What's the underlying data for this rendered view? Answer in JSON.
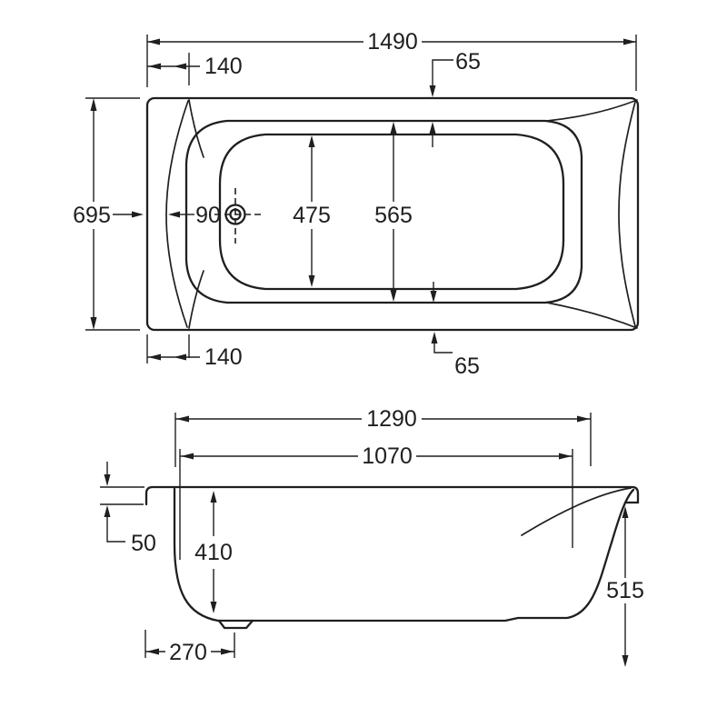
{
  "drawing": {
    "subject": "bathtub-dimension-drawing",
    "colors": {
      "line": "#1f1f1f",
      "background": "#ffffff"
    }
  },
  "top_view": {
    "overall_length": "1490",
    "end_offset_top": "140",
    "rim_inset_top": "65",
    "overall_width": "695",
    "drain_diameter": "90",
    "floor_width": "475",
    "rim_opening_width": "565",
    "end_offset_bottom": "140",
    "rim_inset_bottom": "65"
  },
  "side_view": {
    "rim_length": "1290",
    "opening_length": "1070",
    "lip_height": "50",
    "inner_depth": "410",
    "overall_height": "515",
    "drain_offset": "270"
  }
}
